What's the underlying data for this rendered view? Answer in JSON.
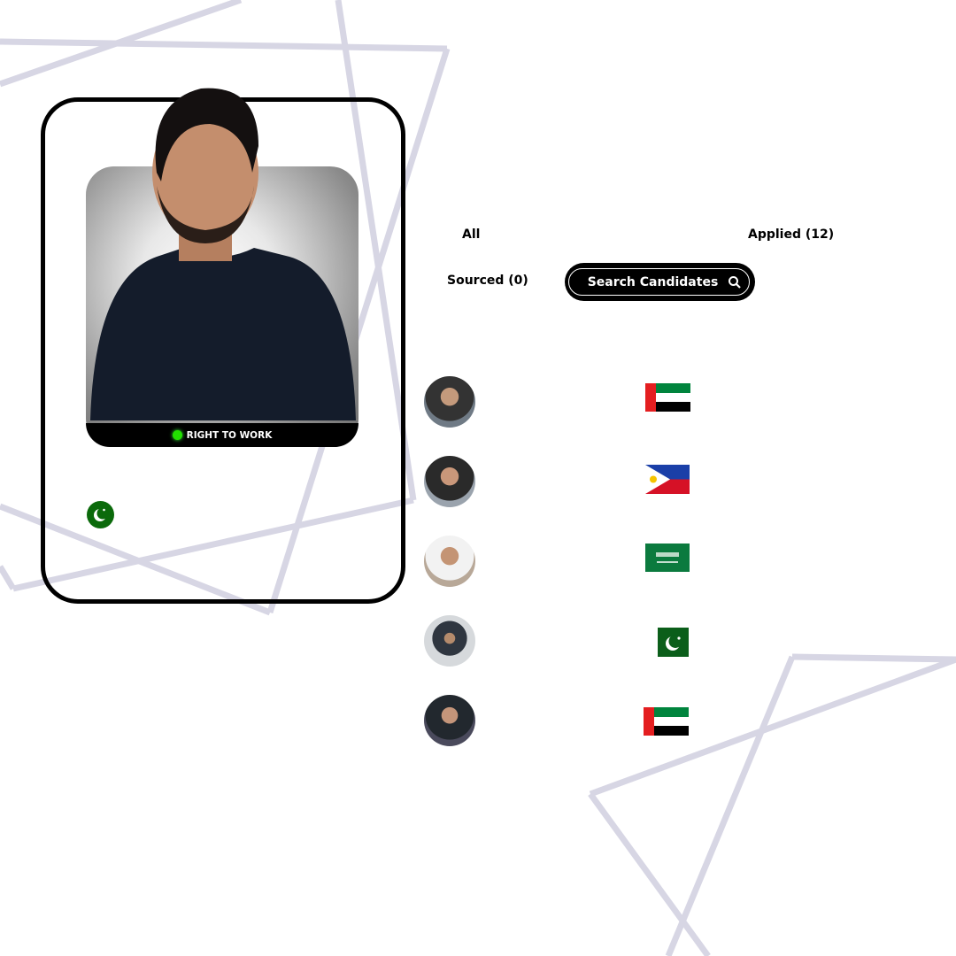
{
  "profile": {
    "badge": "RIGHT TO WORK",
    "nationality_icon": "pakistan-flag-icon"
  },
  "tabs": {
    "all": "All",
    "applied": "Applied (12)",
    "sourced": "Sourced (0)"
  },
  "search": {
    "label": "Search Candidates",
    "icon": "search-icon"
  },
  "candidates": [
    {
      "flag": "uae"
    },
    {
      "flag": "philippines"
    },
    {
      "flag": "saudi-arabia"
    },
    {
      "flag": "pakistan"
    },
    {
      "flag": "uae"
    }
  ],
  "colors": {
    "lines": "#d7d6e4",
    "badge_dot": "#22e000",
    "pk_green": "#0b6a0b"
  }
}
